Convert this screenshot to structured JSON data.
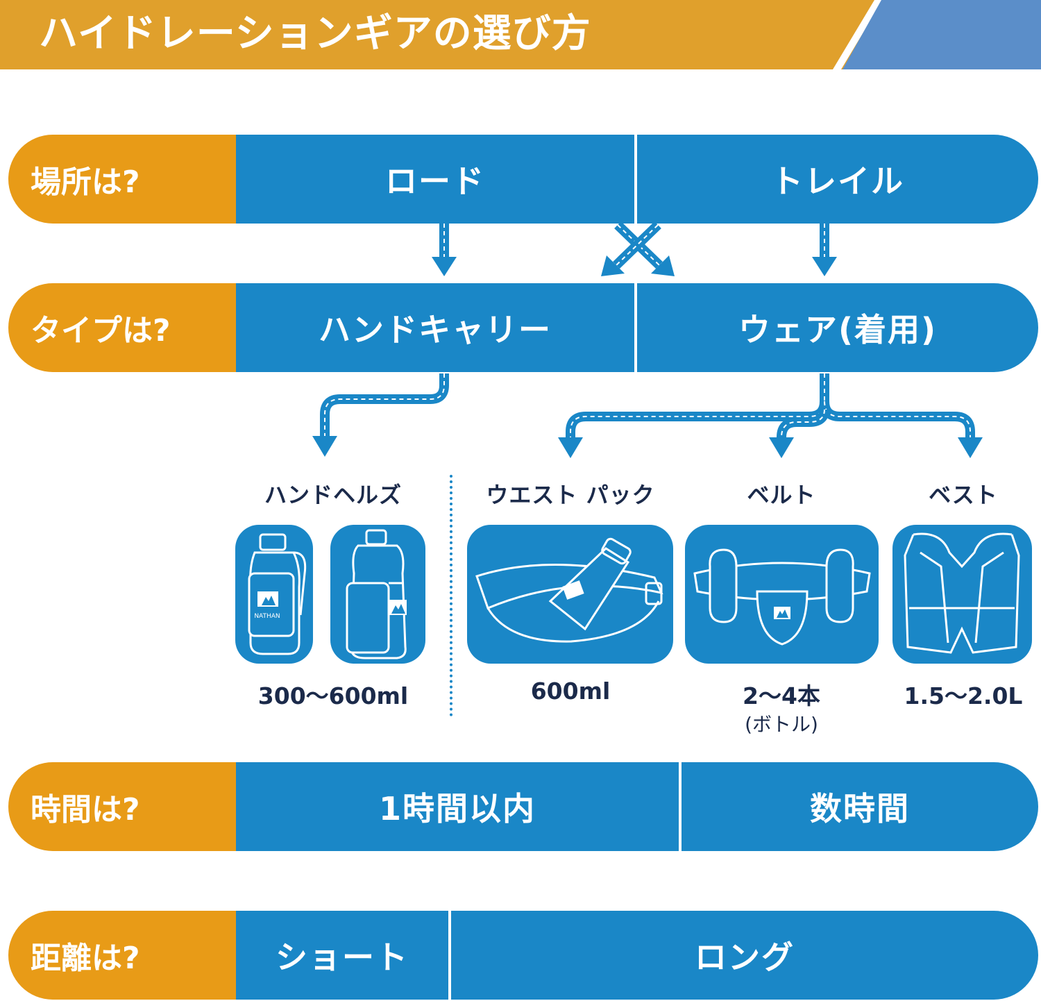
{
  "header": {
    "title": "ハイドレーションギアの選び方"
  },
  "rows": {
    "place": {
      "label": "場所は?",
      "options": [
        "ロード",
        "トレイル"
      ]
    },
    "type": {
      "label": "タイプは?",
      "options": [
        "ハンドキャリー",
        "ウェア(着用)"
      ]
    },
    "time": {
      "label": "時間は?",
      "options": [
        "1時間以内",
        "数時間"
      ]
    },
    "distance": {
      "label": "距離は?",
      "options": [
        "ショート",
        "ロング"
      ]
    }
  },
  "products": [
    {
      "name": "ハンドヘルズ",
      "capacity": "300〜600ml",
      "note": "",
      "icon": "handheld-bottle-icon"
    },
    {
      "name": "ウエスト パック",
      "capacity": "600ml",
      "note": "",
      "icon": "waist-pack-icon"
    },
    {
      "name": "ベルト",
      "capacity": "2〜4本",
      "note": "(ボトル)",
      "icon": "bottle-belt-icon"
    },
    {
      "name": "ベスト",
      "capacity": "1.5〜2.0L",
      "note": "",
      "icon": "hydration-vest-icon"
    }
  ],
  "brand": "NATHAN",
  "colors": {
    "header_orange": "#e0a02c",
    "header_blue": "#5b8ec9",
    "label_orange": "#e89b17",
    "option_blue": "#1a87c7",
    "text_navy": "#1b2a4a"
  }
}
